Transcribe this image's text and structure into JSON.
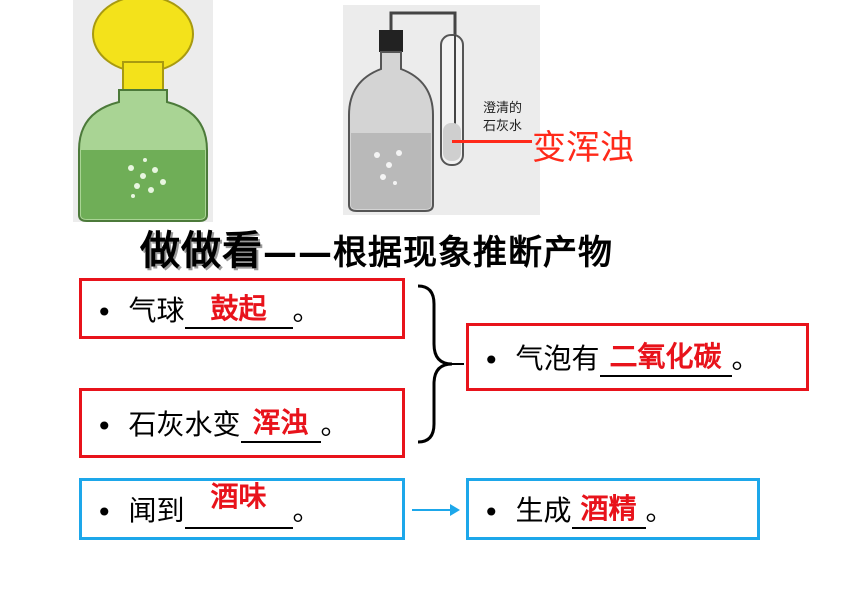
{
  "figure_right": {
    "label_line1": "澄清的",
    "label_line2": "石灰水",
    "annotation": "变浑浊"
  },
  "title": {
    "bold_part": "做做看",
    "rest": "——根据现象推断产物"
  },
  "items": {
    "balloon": {
      "bullet": "•",
      "prefix": "气球",
      "answer": "鼓起",
      "suffix": "。"
    },
    "limewater": {
      "bullet": "•",
      "prefix": "石灰水变",
      "answer": "浑浊",
      "suffix": "。"
    },
    "bubbles": {
      "bullet": "•",
      "prefix": "气泡有",
      "answer": "二氧化碳",
      "suffix": "。"
    },
    "smell": {
      "bullet": "•",
      "prefix": "闻到",
      "answer": "酒味",
      "suffix": "。"
    },
    "product": {
      "bullet": "•",
      "prefix": "生成",
      "answer": "酒精",
      "suffix": "。"
    }
  },
  "colors": {
    "accent_red": "#e8131b",
    "accent_blue": "#1da7ea",
    "balloon_yellow": "#f3e21b",
    "bottle_green": "#7fbf6a"
  }
}
